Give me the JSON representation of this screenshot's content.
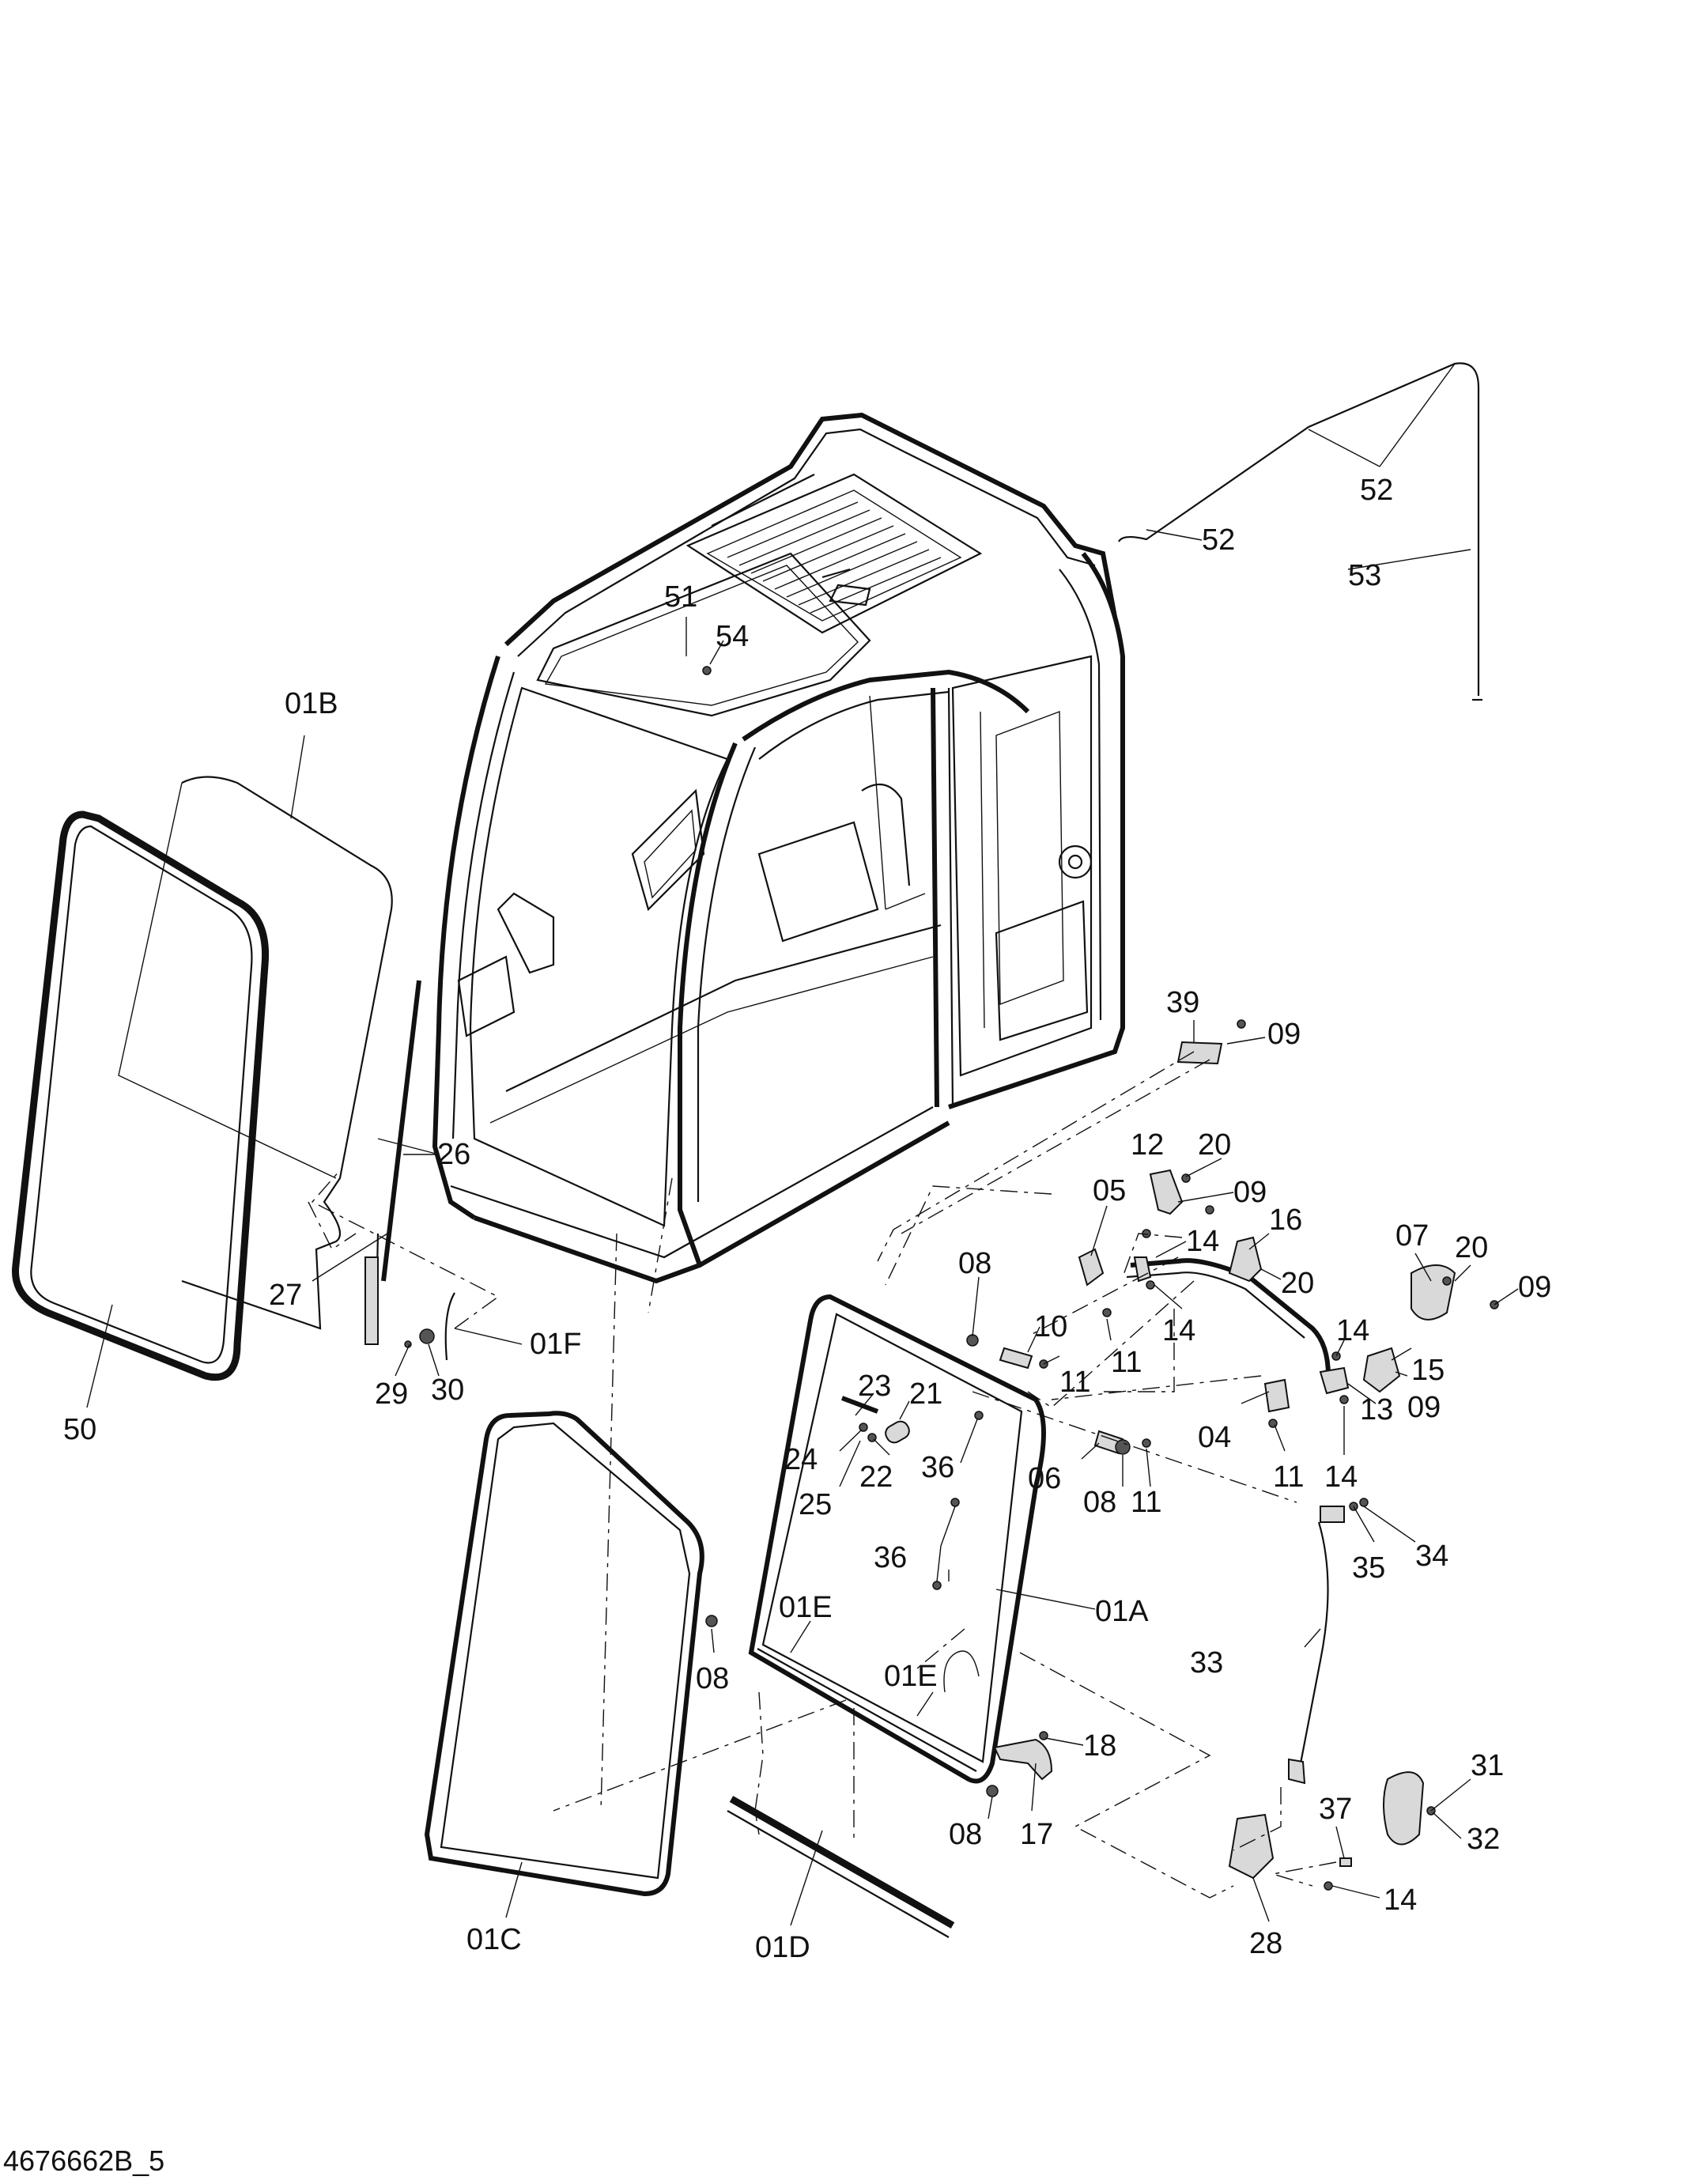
{
  "document_id": "4676662B_5",
  "callouts": [
    {
      "id": "c52a",
      "label": "52"
    },
    {
      "id": "c52b",
      "label": "52"
    },
    {
      "id": "c53",
      "label": "53"
    },
    {
      "id": "c51",
      "label": "51"
    },
    {
      "id": "c54",
      "label": "54"
    },
    {
      "id": "c01B",
      "label": "01B"
    },
    {
      "id": "c50",
      "label": "50"
    },
    {
      "id": "c26",
      "label": "26"
    },
    {
      "id": "c27",
      "label": "27"
    },
    {
      "id": "c29",
      "label": "29"
    },
    {
      "id": "c30",
      "label": "30"
    },
    {
      "id": "c01F",
      "label": "01F"
    },
    {
      "id": "c39",
      "label": "39"
    },
    {
      "id": "c09a",
      "label": "09"
    },
    {
      "id": "c12",
      "label": "12"
    },
    {
      "id": "c20a",
      "label": "20"
    },
    {
      "id": "c05",
      "label": "05"
    },
    {
      "id": "c09b",
      "label": "09"
    },
    {
      "id": "c16",
      "label": "16"
    },
    {
      "id": "c07",
      "label": "07"
    },
    {
      "id": "c20b",
      "label": "20"
    },
    {
      "id": "c09c",
      "label": "09"
    },
    {
      "id": "c08a",
      "label": "08"
    },
    {
      "id": "c14a",
      "label": "14"
    },
    {
      "id": "c20c",
      "label": "20"
    },
    {
      "id": "c10",
      "label": "10"
    },
    {
      "id": "c14b",
      "label": "14"
    },
    {
      "id": "c11a",
      "label": "11"
    },
    {
      "id": "c11b",
      "label": "11"
    },
    {
      "id": "c14c",
      "label": "14"
    },
    {
      "id": "c15",
      "label": "15"
    },
    {
      "id": "c23",
      "label": "23"
    },
    {
      "id": "c21",
      "label": "21"
    },
    {
      "id": "c09d",
      "label": "09"
    },
    {
      "id": "c13",
      "label": "13"
    },
    {
      "id": "c04",
      "label": "04"
    },
    {
      "id": "c24",
      "label": "24"
    },
    {
      "id": "c22",
      "label": "22"
    },
    {
      "id": "c36a",
      "label": "36"
    },
    {
      "id": "c06",
      "label": "06"
    },
    {
      "id": "c08b",
      "label": "08"
    },
    {
      "id": "c11c",
      "label": "11"
    },
    {
      "id": "c11d",
      "label": "11"
    },
    {
      "id": "c14d",
      "label": "14"
    },
    {
      "id": "c25",
      "label": "25"
    },
    {
      "id": "c34",
      "label": "34"
    },
    {
      "id": "c35",
      "label": "35"
    },
    {
      "id": "c36b",
      "label": "36"
    },
    {
      "id": "c01E1",
      "label": "01E"
    },
    {
      "id": "c01A",
      "label": "01A"
    },
    {
      "id": "c33",
      "label": "33"
    },
    {
      "id": "c08c",
      "label": "08"
    },
    {
      "id": "c01E2",
      "label": "01E"
    },
    {
      "id": "c18",
      "label": "18"
    },
    {
      "id": "c37",
      "label": "37"
    },
    {
      "id": "c31",
      "label": "31"
    },
    {
      "id": "c08d",
      "label": "08"
    },
    {
      "id": "c17",
      "label": "17"
    },
    {
      "id": "c32",
      "label": "32"
    },
    {
      "id": "c14e",
      "label": "14"
    },
    {
      "id": "c01C",
      "label": "01C"
    },
    {
      "id": "c01D",
      "label": "01D"
    },
    {
      "id": "c28",
      "label": "28"
    }
  ]
}
